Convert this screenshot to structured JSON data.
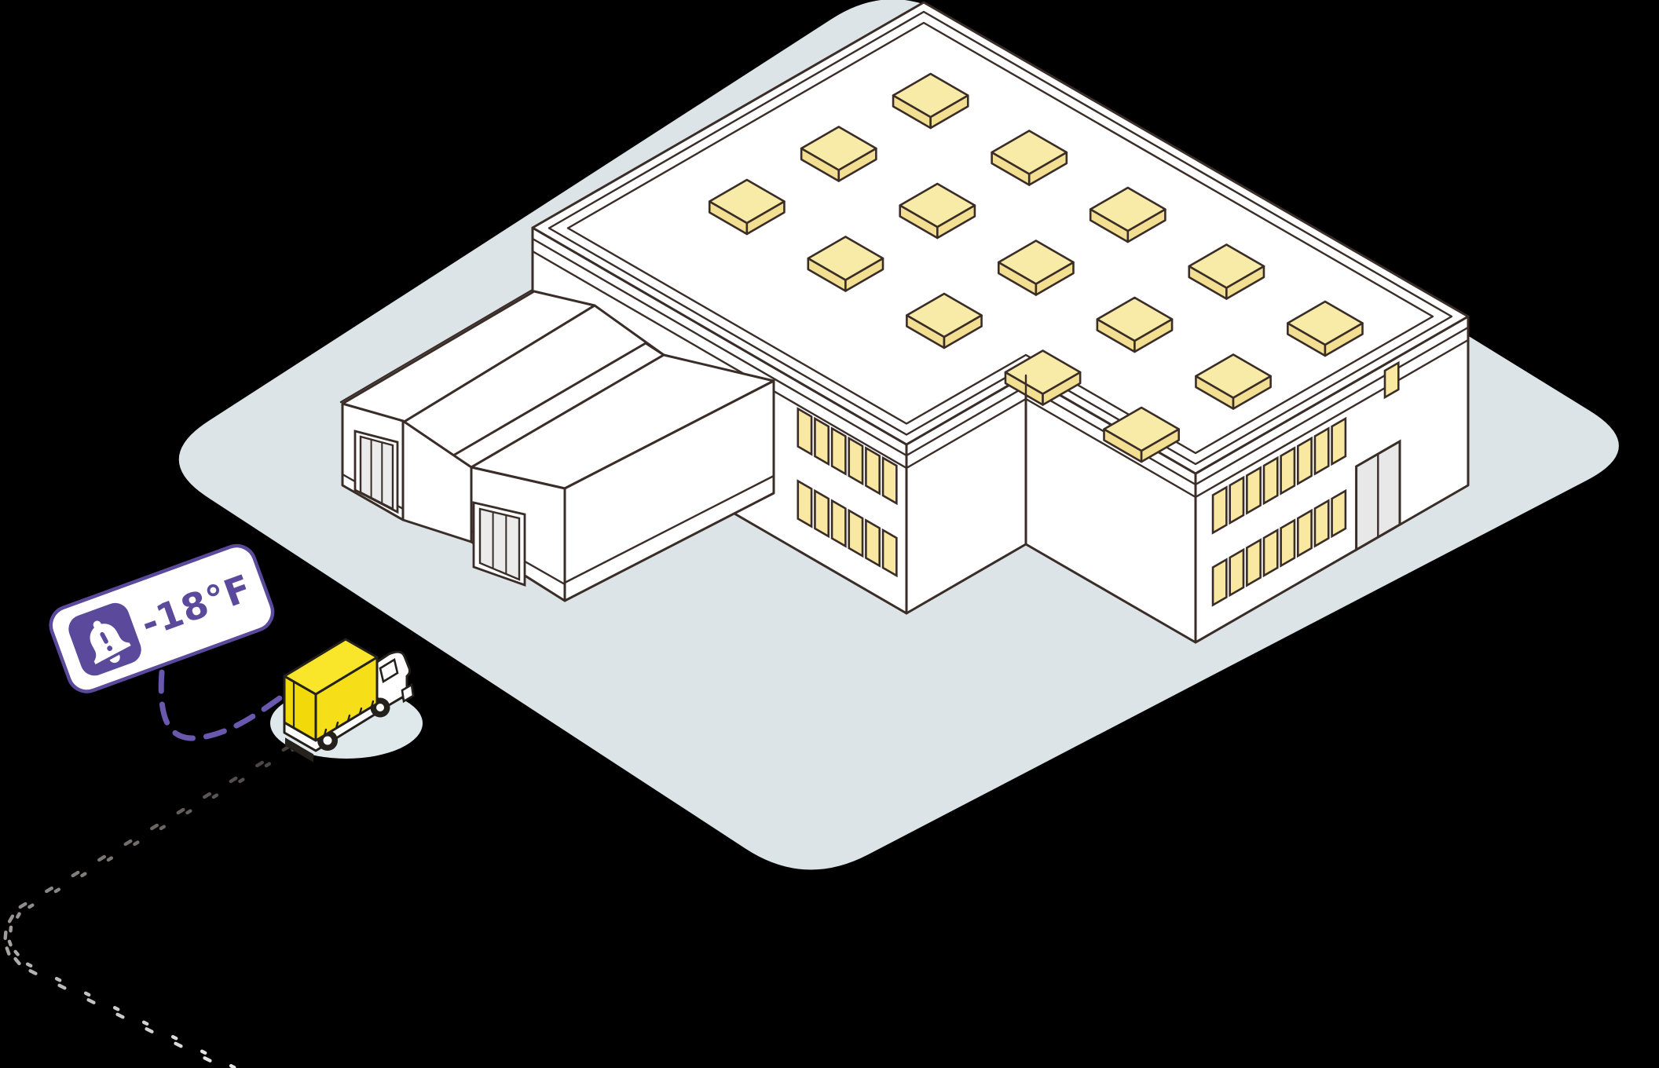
{
  "scene": {
    "description_labels": [],
    "background_color": "#000000"
  },
  "alert_badge": {
    "temperature": "-18°F",
    "icon": "alert-bell-icon"
  },
  "colors": {
    "bg": "#000000",
    "ground": "#DCE4E8",
    "outline": "#3A2D28",
    "white": "#FFFFFF",
    "skytop": "#F8EBA8",
    "skyside": "#F2DF92",
    "window": "#F8E8A2",
    "door": "#E8E8E8",
    "annexdoor": "#EBEBEB",
    "purple": "#5B4A9C",
    "dash": "#6A57AE",
    "trucktop": "#F9E52A",
    "truckright": "#F6DF18",
    "truckleft": "#F2D909",
    "truckoutline": "#24201B",
    "shadow": "#DFE9EC"
  },
  "building": {
    "roof_skylights": 15,
    "front_wall_window_rows": 2,
    "front_wall_windows_per_row": 6,
    "side_wall_window_rows": 2,
    "side_wall_windows_per_row": 8,
    "side_wall_small_windows": 1,
    "side_wall_doors": 1,
    "annex_bays": 2,
    "annex_bay_doors": 2
  },
  "trail": {
    "marks": 23
  }
}
